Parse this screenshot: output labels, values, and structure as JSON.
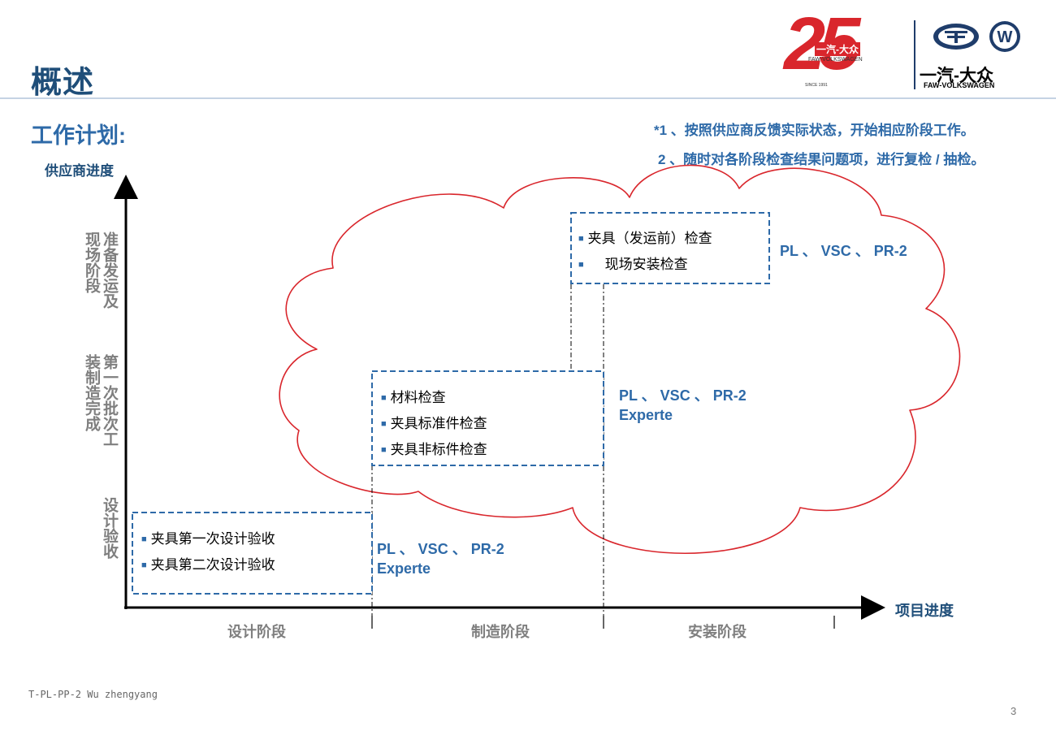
{
  "header": {
    "title": "概述",
    "subtitle": "工作计划:",
    "logo_25_text": "25",
    "logo_25_caption": "一汽-大众",
    "logo_25_sub": "FAW-VOLKSWAGEN",
    "logo_25_since": "SINCE 1991",
    "brand_cn": "一汽-大众",
    "brand_en": "FAW-VOLKSWAGEN"
  },
  "notes": [
    "*1 、按照供应商反馈实际状态，开始相应阶段工作。",
    "2 、随时对各阶段检查结果问题项，进行复检 / 抽检。"
  ],
  "axes": {
    "y_label": "供应商进度",
    "x_label": "项目进度",
    "y_levels": [
      "设计验收",
      "第一次批次工装制造完成",
      "准备发运及现场阶段"
    ],
    "x_stages": [
      "设计阶段",
      "制造阶段",
      "安装阶段"
    ]
  },
  "boxes": {
    "design": {
      "items": [
        "夹具第一次设计验收",
        "夹具第二次设计验收"
      ]
    },
    "manufacture": {
      "items": [
        "材料检查",
        "夹具标准件检查",
        "夹具非标件检查"
      ]
    },
    "install": {
      "items": [
        "夹具（发运前）检查",
        "现场安装检查"
      ]
    }
  },
  "responsible": {
    "design": {
      "line1": "PL 、 VSC 、 PR-2",
      "line2": "Experte"
    },
    "manufacture": {
      "line1": "PL 、 VSC 、 PR-2",
      "line2": "Experte"
    },
    "install": {
      "line1": "PL 、 VSC 、 PR-2"
    }
  },
  "footer": {
    "code": "T-PL-PP-2 Wu zhengyang",
    "page": "3"
  },
  "colors": {
    "title": "#1f4e79",
    "accent": "#2e6aa8",
    "cloud": "#d9262c",
    "box_border": "#2e6aa8"
  }
}
